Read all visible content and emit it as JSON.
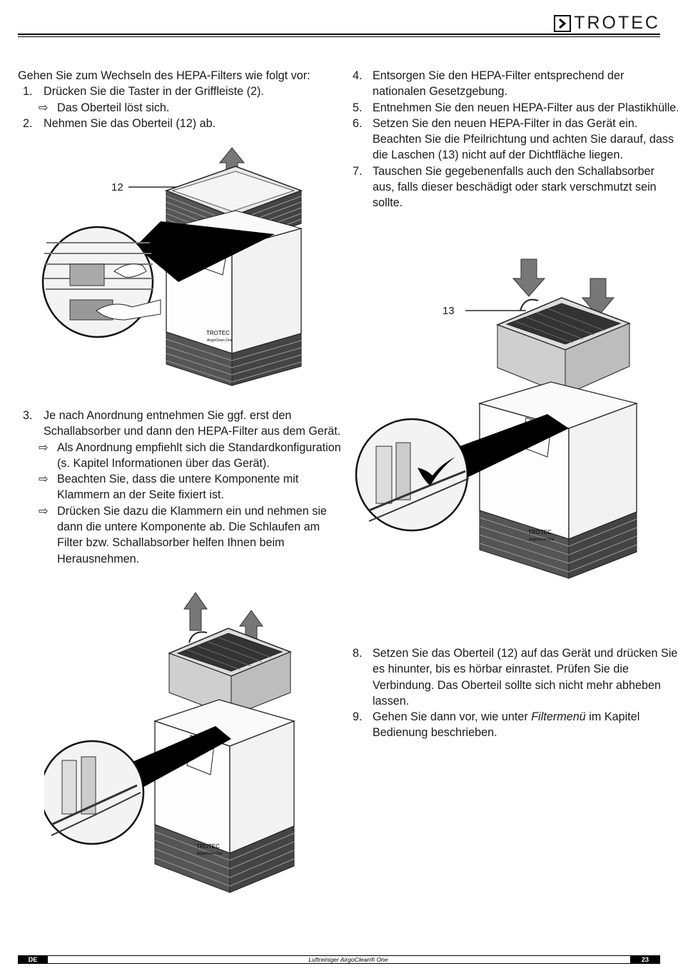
{
  "header": {
    "brand": "TROTEC"
  },
  "left_col": {
    "intro": "Gehen Sie zum Wechseln des HEPA-Filters wie folgt vor:",
    "step1_num": "1.",
    "step1": "Drücken Sie die Taster in der Griffleiste (2).",
    "step1_result": "Das Oberteil löst sich.",
    "step2_num": "2.",
    "step2": "Nehmen Sie das Oberteil (12) ab.",
    "step3_num": "3.",
    "step3_l1": "Je nach Anordnung entnehmen Sie ggf. erst den",
    "step3_l2": "Schallabsorber und dann den HEPA-Filter aus dem Gerät.",
    "r1_l1": "Als Anordnung empfiehlt sich die Standardkonfiguration",
    "r1_l2": "(s. Kapitel Informationen über das Gerät).",
    "r2_l1": "Beachten Sie, dass die untere Komponente mit",
    "r2_l2": "Klammern an der Seite fixiert ist.",
    "r3_l1": "Drücken Sie dazu die Klammern ein und nehmen sie",
    "r3_l2": "dann die untere Komponente ab. Die Schlaufen am",
    "r3_l3": "Filter bzw. Schallabsorber helfen Ihnen beim",
    "r3_l4": "Herausnehmen."
  },
  "right_col": {
    "step4_num": "4.",
    "step4_l1": "Entsorgen Sie den HEPA-Filter entsprechend der",
    "step4_l2": "nationalen Gesetzgebung.",
    "step5_num": "5.",
    "step5": "Entnehmen Sie den neuen HEPA-Filter aus der Plastikhülle.",
    "step6_num": "6.",
    "step6_l1": "Setzen Sie den neuen HEPA-Filter in das Gerät ein.",
    "step6_l2": "Beachten Sie die Pfeilrichtung und achten Sie darauf, dass",
    "step6_l3": "die Laschen (13) nicht auf der Dichtfläche liegen.",
    "step7_num": "7.",
    "step7_l1": "Tauschen Sie gegebenenfalls auch den Schallabsorber",
    "step7_l2": "aus, falls dieser beschädigt oder stark verschmutzt sein",
    "step7_l3": "sollte.",
    "step8_num": "8.",
    "step8_l1": "Setzen Sie das Oberteil (12) auf das Gerät und drücken Sie",
    "step8_l2": "es hinunter, bis es hörbar einrastet. Prüfen Sie die",
    "step8_l3": "Verbindung. Das Oberteil sollte sich nicht mehr abheben",
    "step8_l4": "lassen.",
    "step9_num": "9.",
    "step9_pre": "Gehen Sie dann vor, wie unter ",
    "step9_em": "Filtermenü",
    "step9_post": " im Kapitel",
    "step9_l2": "Bedienung beschrieben."
  },
  "figures": {
    "label_12": "12",
    "label_13": "13",
    "device_brand": "TROTEC",
    "device_model": "AirgoClean One"
  },
  "footer": {
    "lang": "DE",
    "title": "Luftreiniger AirgoClean® One",
    "page": "23"
  }
}
